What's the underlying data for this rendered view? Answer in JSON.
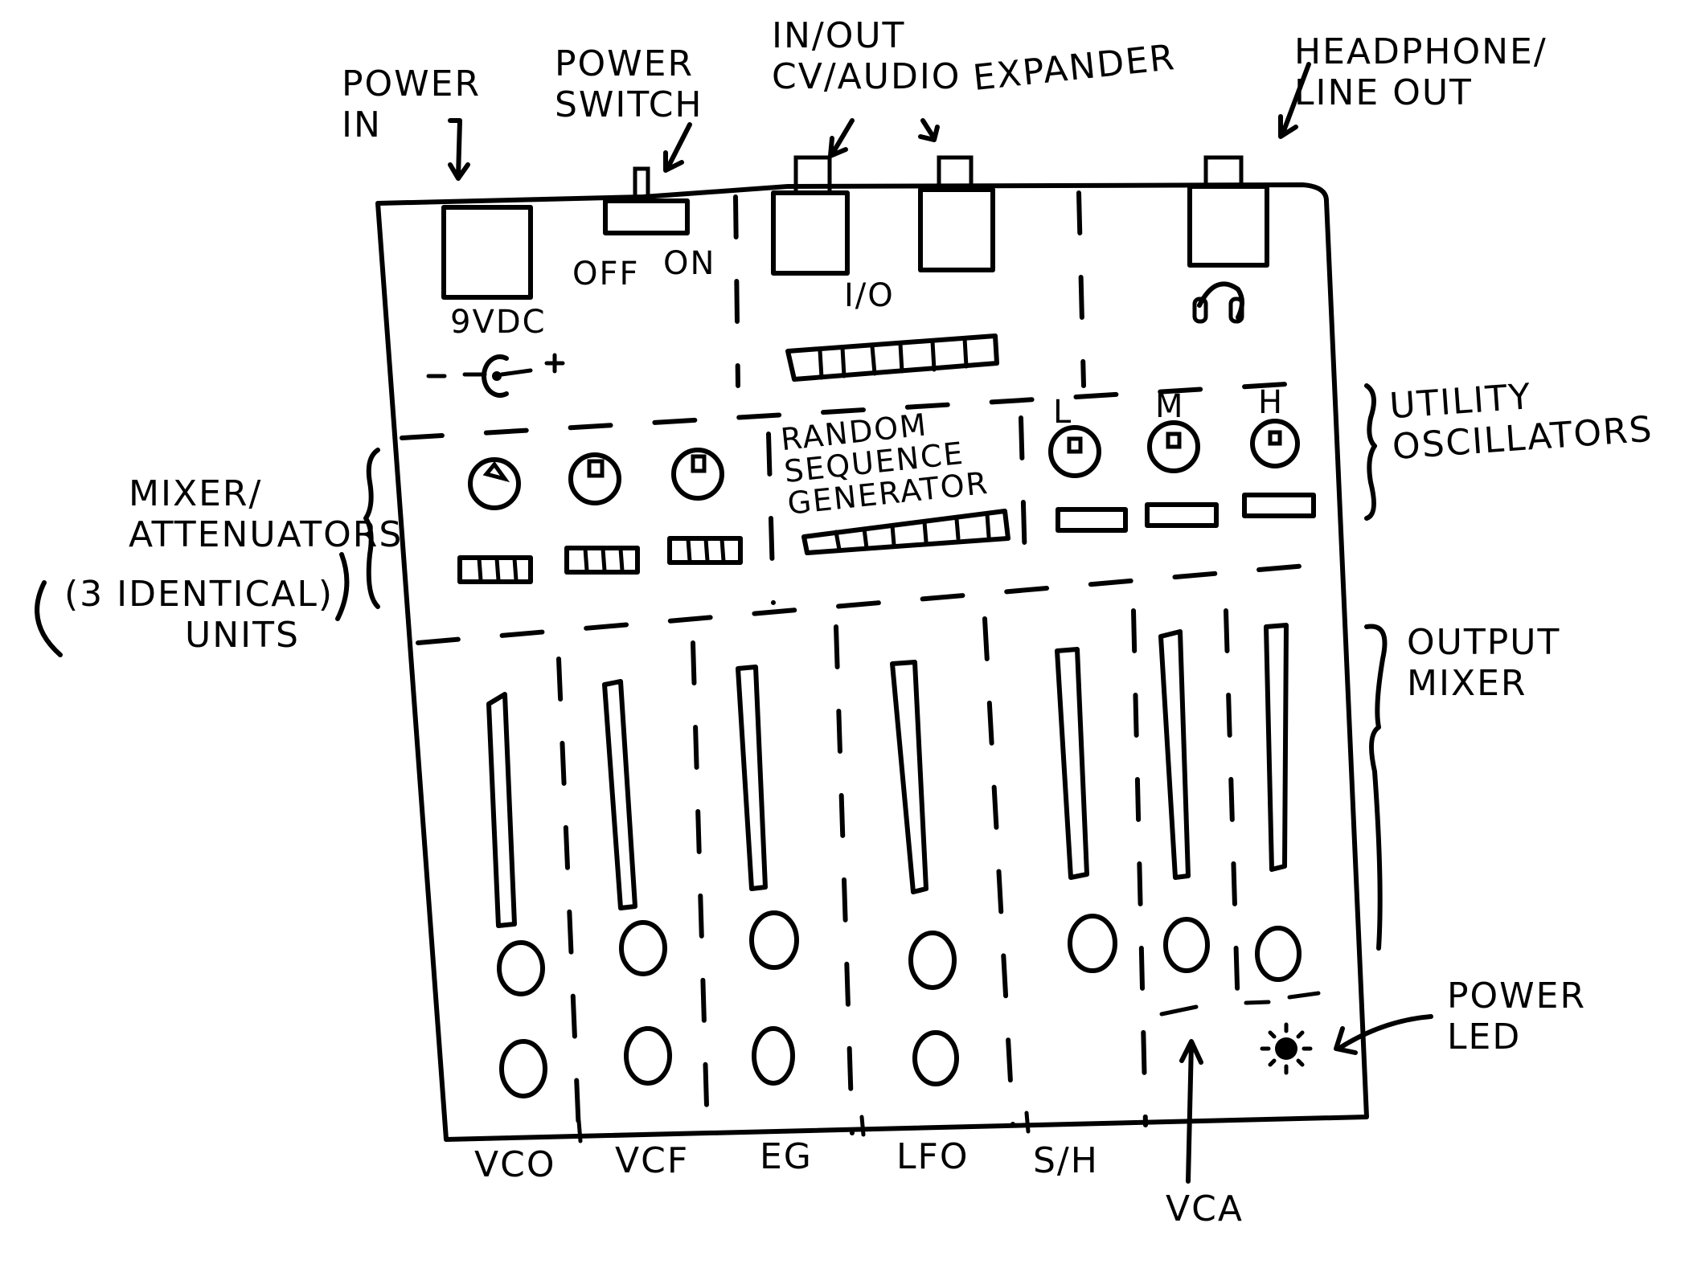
{
  "annotations": {
    "power_in": [
      "POWER",
      "IN"
    ],
    "power_switch": [
      "POWER",
      "SWITCH"
    ],
    "in_out": [
      "IN/OUT",
      "CV/AUDIO"
    ],
    "expander": "EXPANDER",
    "headphone": [
      "HEADPHONE/",
      "LINE OUT"
    ],
    "utility_oscillators": [
      "UTILITY",
      "OSCILLATORS"
    ],
    "mixer_attenuators": [
      "MIXER/",
      "ATTENUATORS"
    ],
    "identical_units": [
      "(3 IDENTICAL)",
      "UNITS"
    ],
    "output_mixer": [
      "OUTPUT",
      "MIXER"
    ],
    "power_led": [
      "POWER",
      "LED"
    ],
    "vca": "VCA"
  },
  "panel": {
    "power_jack_label": "9VDC",
    "polarity": {
      "minus": "-",
      "plus": "+"
    },
    "switch_off": "OFF",
    "switch_on": "ON",
    "io_label": "I/O",
    "random_sequence_generator": [
      "RANDOM",
      "SEQUENCE",
      "GENERATOR"
    ],
    "utility_osc_labels": [
      "L",
      "M",
      "H"
    ],
    "headphone_icon": "headphone-icon"
  },
  "modules": [
    "VCO",
    "VCF",
    "EG",
    "LFO",
    "S/H"
  ]
}
